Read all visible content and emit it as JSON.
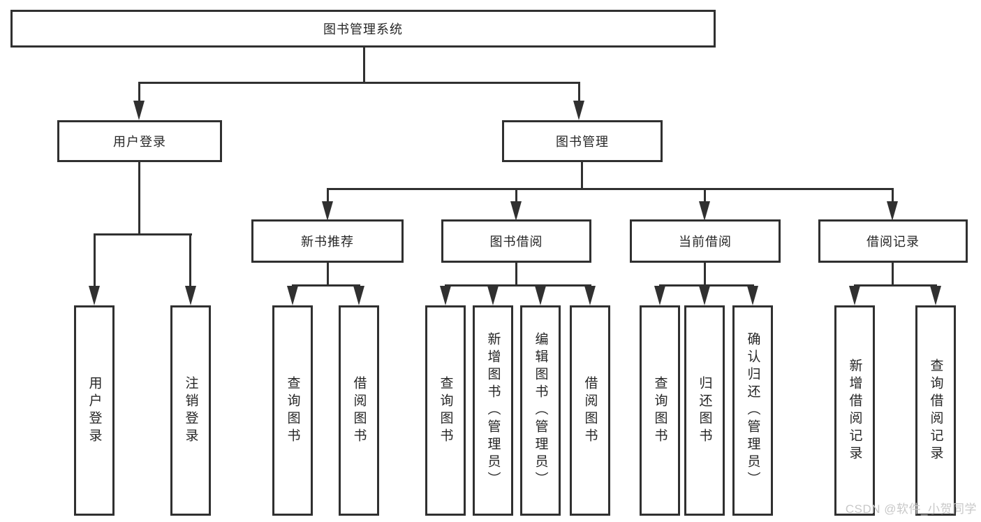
{
  "colors": {
    "line": "#303030",
    "box_border": "#303030",
    "text": "#262626",
    "background": "#ffffff",
    "watermark": "#c8c8c8"
  },
  "tree": {
    "root": {
      "label": "图书管理系统",
      "children": [
        {
          "label": "用户登录",
          "children": [
            {
              "label": "用户登录"
            },
            {
              "label": "注销登录"
            }
          ]
        },
        {
          "label": "图书管理",
          "children": [
            {
              "label": "新书推荐",
              "children": [
                {
                  "label": "查询图书"
                },
                {
                  "label": "借阅图书"
                }
              ]
            },
            {
              "label": "图书借阅",
              "children": [
                {
                  "label": "查询图书"
                },
                {
                  "label": "新增图书（管理员）"
                },
                {
                  "label": "编辑图书（管理员）"
                },
                {
                  "label": "借阅图书"
                }
              ]
            },
            {
              "label": "当前借阅",
              "children": [
                {
                  "label": "查询图书"
                },
                {
                  "label": "归还图书"
                },
                {
                  "label": "确认归还（管理员）"
                }
              ]
            },
            {
              "label": "借阅记录",
              "children": [
                {
                  "label": "新增借阅记录"
                },
                {
                  "label": "查询借阅记录"
                }
              ]
            }
          ]
        }
      ]
    }
  },
  "watermark": {
    "text": "CSDN @软件_小贺同学"
  }
}
